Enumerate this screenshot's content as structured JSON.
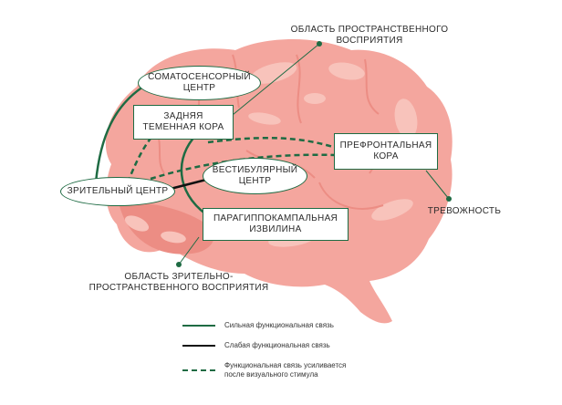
{
  "colors": {
    "brain_fill": "#f4a69e",
    "brain_light": "#f8c3bb",
    "brain_dark": "#ec8d84",
    "strong": "#1e6b43",
    "weak": "#111111",
    "dashed": "#1e6b43"
  },
  "labels": {
    "spatial_perception": [
      "ОБЛАСТЬ ПРОСТРАНСТВЕННОГО",
      "ВОСПРИЯТИЯ"
    ],
    "anxiety": "ТРЕВОЖНОСТЬ",
    "visual_spatial_perception": [
      "ОБЛАСТЬ ЗРИТЕЛЬНО-",
      "ПРОСТРАНСТВЕННОГО ВОСПРИЯТИЯ"
    ]
  },
  "nodes": {
    "somatosensory": [
      "СОМАТОСЕНСОРНЫЙ",
      "ЦЕНТР"
    ],
    "posterior_parietal": [
      "ЗАДНЯЯ",
      "ТЕМЕННАЯ КОРА"
    ],
    "prefrontal": [
      "ПРЕФРОНТАЛЬНАЯ",
      "КОРА"
    ],
    "vestibular": [
      "ВЕСТИБУЛЯРНЫЙ",
      "ЦЕНТР"
    ],
    "visual": [
      "ЗРИТЕЛЬНЫЙ ЦЕНТР"
    ],
    "parahippocampal": [
      "ПАРАГИППОКАМПАЛЬНАЯ",
      "ИЗВИЛИНА"
    ]
  },
  "legend": {
    "strong": "Сильная функциональная связь",
    "weak": "Слабая функциональная связь",
    "dashed": [
      "Функциональная связь усиливается",
      "после визуального стимула"
    ]
  }
}
